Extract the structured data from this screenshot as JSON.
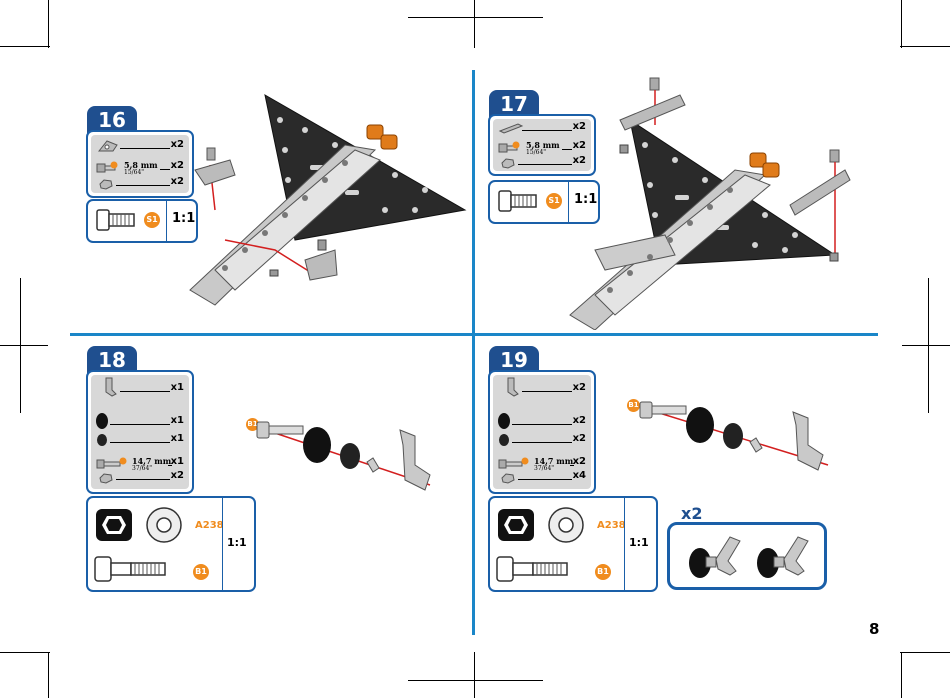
{
  "page_number": "8",
  "colors": {
    "accent_blue": "#1a86c8",
    "step_tab": "#1f4f8f",
    "orange": "#f08c1e"
  },
  "steps": [
    {
      "number": "16",
      "parts": [
        {
          "qty": "x2"
        },
        {
          "qty": "x2",
          "size": "5,8 mm",
          "size_in": "15/64\""
        },
        {
          "qty": "x2"
        }
      ],
      "scale_badge": "S1",
      "scale": "1:1"
    },
    {
      "number": "17",
      "parts": [
        {
          "qty": "x2"
        },
        {
          "qty": "x2",
          "size": "5,8 mm",
          "size_in": "15/64\""
        },
        {
          "qty": "x2"
        }
      ],
      "scale_badge": "S1",
      "scale": "1:1"
    },
    {
      "number": "18",
      "parts": [
        {
          "qty": "x1"
        },
        {
          "qty": "x1"
        },
        {
          "qty": "x1"
        },
        {
          "qty": "x1",
          "size": "14,7 mm",
          "size_in": "37/64\""
        },
        {
          "qty": "x2"
        }
      ],
      "part_code": "A238",
      "bolt_badge": "B1",
      "scale": "1:1",
      "diagram_badge": "B1"
    },
    {
      "number": "19",
      "parts": [
        {
          "qty": "x2"
        },
        {
          "qty": "x2"
        },
        {
          "qty": "x2"
        },
        {
          "qty": "x2",
          "size": "14,7 mm",
          "size_in": "37/64\""
        },
        {
          "qty": "x4"
        }
      ],
      "part_code": "A238",
      "bolt_badge": "B1",
      "scale": "1:1",
      "diagram_badge": "B1",
      "multiplier": "x2"
    }
  ]
}
